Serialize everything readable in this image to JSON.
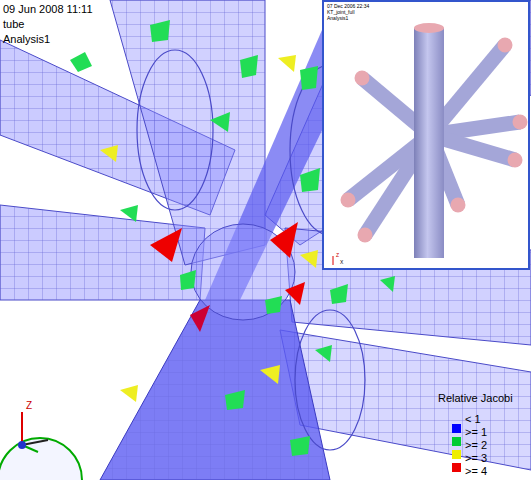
{
  "diagram": {
    "labels": [
      "09 Jun 2008 11:11",
      "tube",
      "Analysis1",
      "07 Dec 2006 22:34",
      "KT_joint_full",
      "Analysis1",
      "Relative Jacobi",
      ">= 4",
      "Z",
      "Z",
      "X"
    ],
    "legend": [
      {
        "text": "< 1",
        "color": "#0000ff"
      },
      {
        "text": ">= 1",
        "color": "#00cc33"
      },
      {
        "text": ">= 2",
        "color": "#eeee00"
      },
      {
        "text": ">= 3",
        "color": "#ee0000"
      }
    ]
  }
}
